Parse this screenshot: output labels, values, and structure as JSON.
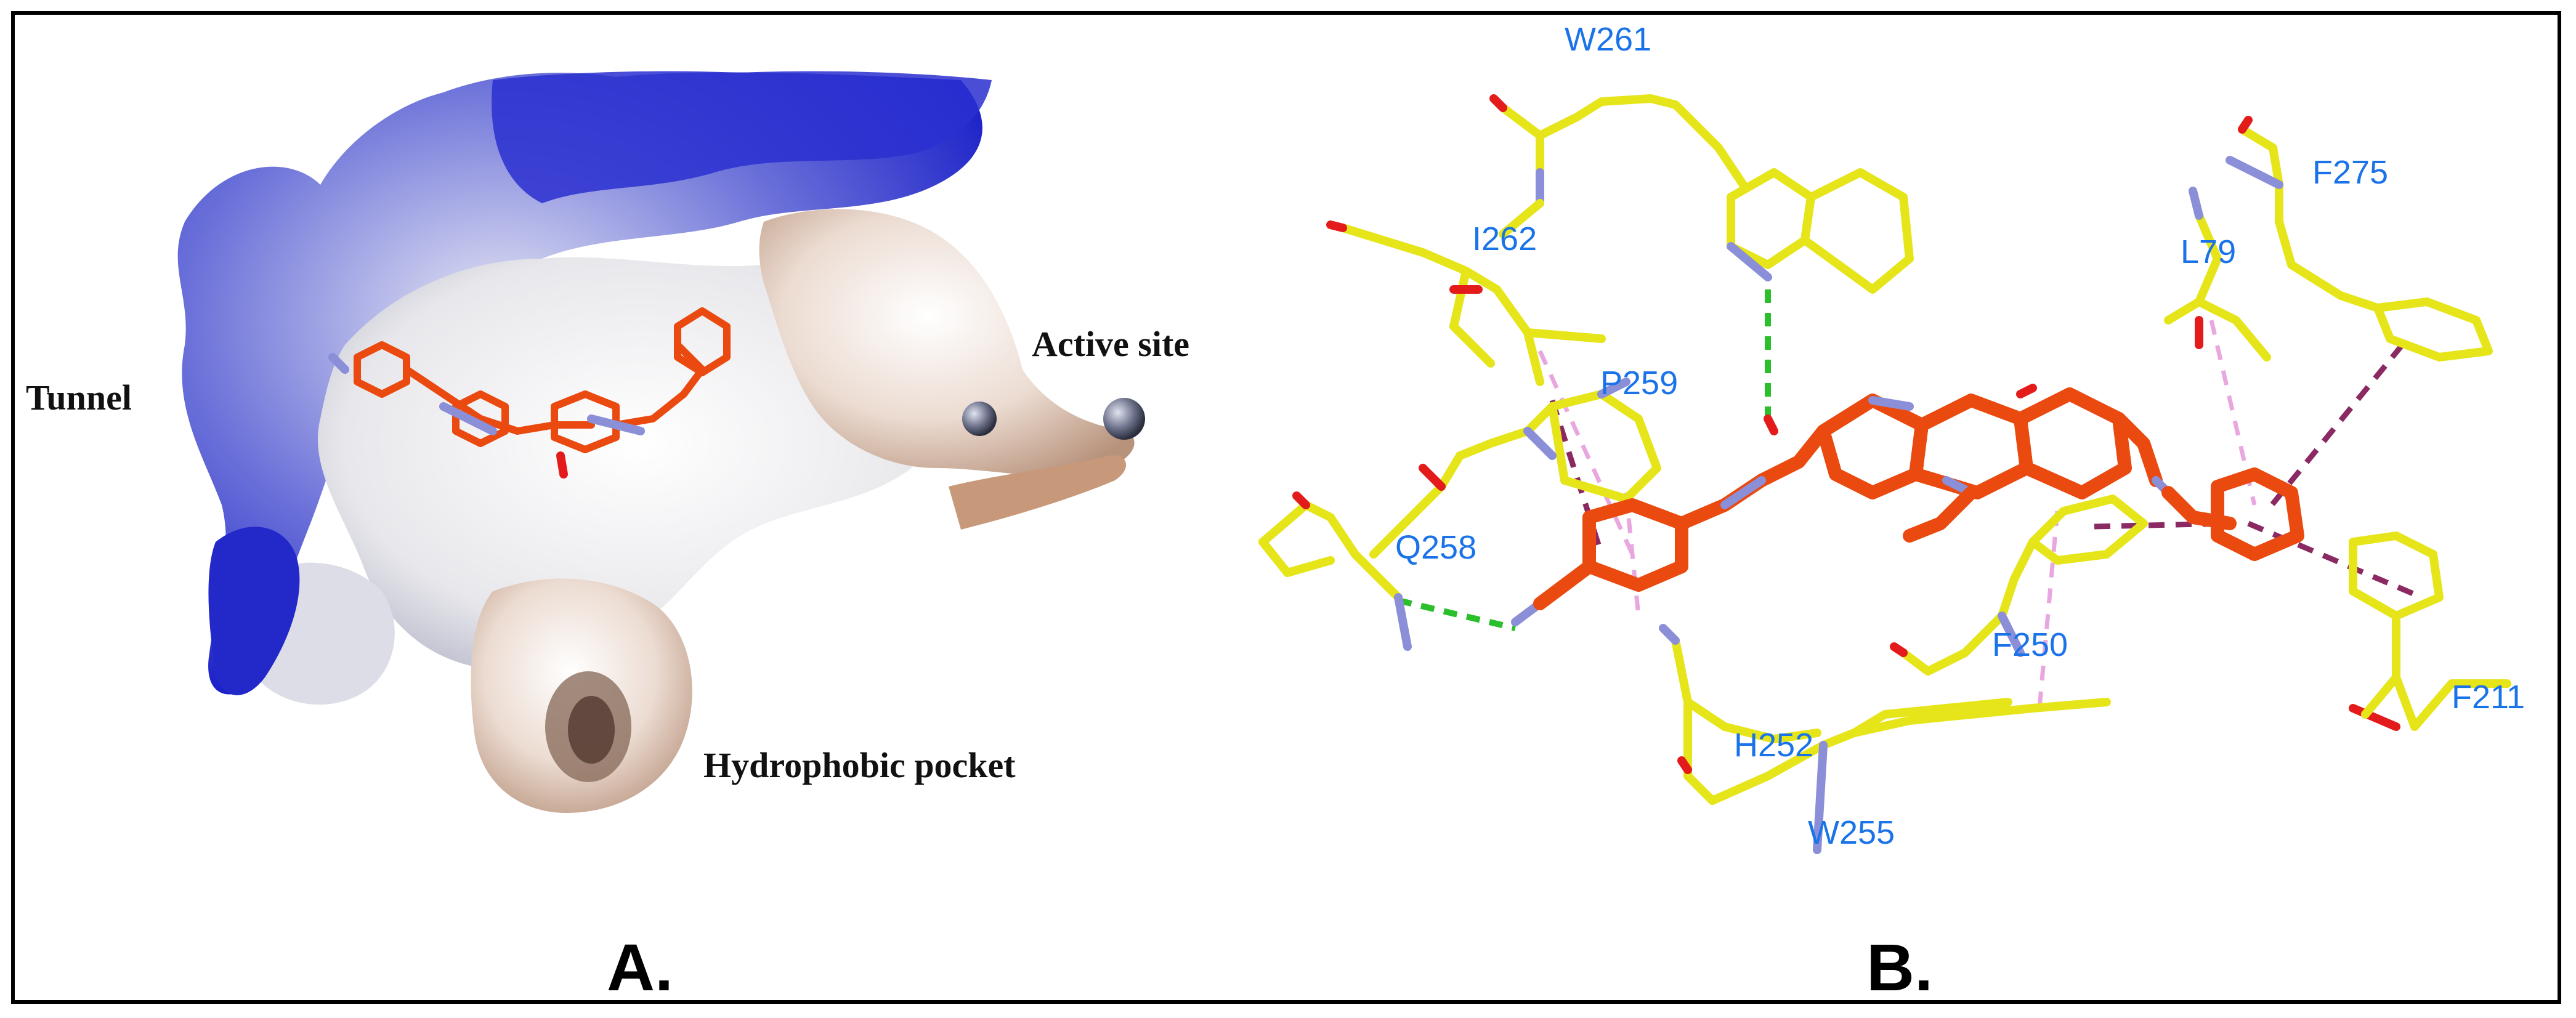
{
  "panels": {
    "a": {
      "label": "A.",
      "regions": {
        "tunnel": "Tunnel",
        "active_site": "Active site",
        "hydrophobic_pocket": "Hydrophobic pocket"
      }
    },
    "b": {
      "label": "B.",
      "residues": {
        "w261": "W261",
        "i262": "I262",
        "p259": "P259",
        "q258": "Q258",
        "f275": "F275",
        "l79": "L79",
        "f250": "F250",
        "h252": "H252",
        "w255": "W255",
        "f211": "F211"
      },
      "colors": {
        "residue_label": "#1a73e8",
        "residue_stick": "#e5e51a",
        "ligand_stick": "#ea4a10",
        "hydrogen_bond": "#2cbf2c",
        "pi_stacking": "#8b2a62",
        "pi_alkyl": "#e9a7e0"
      }
    }
  }
}
